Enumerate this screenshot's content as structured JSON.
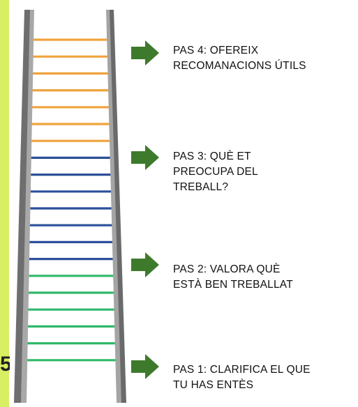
{
  "side_glyph": "5",
  "colors": {
    "rail": "#8c8c8c",
    "arrow": "#3e7a2b",
    "rung_orange": "#f0a33c",
    "rung_blue": "#2b4f9a",
    "rung_green": "#2fb86a",
    "side_bar": "#d8ee63"
  },
  "steps": [
    {
      "lines": [
        "PAS 4: OFEREIX",
        "RECOMANACIONS ÚTILS"
      ]
    },
    {
      "lines": [
        "PAS 3: QUÈ ET",
        "PREOCUPA DEL",
        "TREBALL?"
      ]
    },
    {
      "lines": [
        "PAS 2: VALORA QUÈ",
        "ESTÀ BEN TREBALLAT"
      ]
    },
    {
      "lines": [
        "PAS 1: CLARIFICA EL QUE",
        "TU HAS ENTÈS"
      ]
    }
  ],
  "icons": [
    "arrow-right-icon"
  ]
}
